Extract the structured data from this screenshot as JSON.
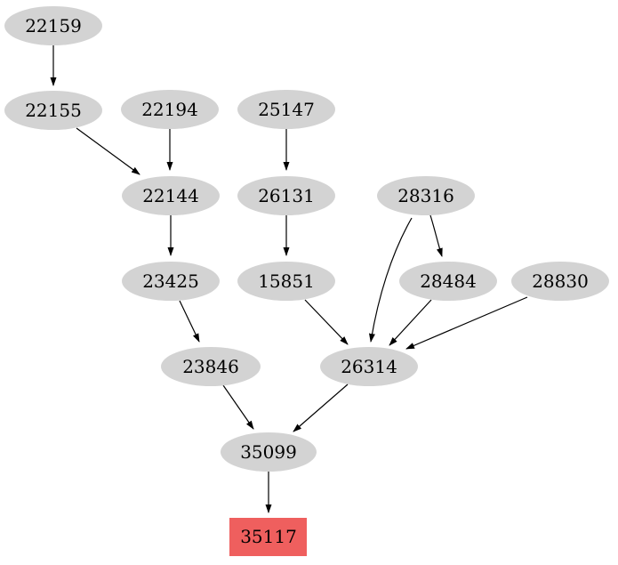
{
  "diagram": {
    "type": "dependency-graph",
    "background_color": "#ffffff",
    "node_fill_color": "#d3d3d3",
    "highlight_fill_color": "#ef5f5e",
    "edge_color": "#000000",
    "nodes": [
      {
        "id": "22159",
        "label": "22159",
        "shape": "ellipse"
      },
      {
        "id": "22155",
        "label": "22155",
        "shape": "ellipse"
      },
      {
        "id": "22194",
        "label": "22194",
        "shape": "ellipse"
      },
      {
        "id": "25147",
        "label": "25147",
        "shape": "ellipse"
      },
      {
        "id": "22144",
        "label": "22144",
        "shape": "ellipse"
      },
      {
        "id": "26131",
        "label": "26131",
        "shape": "ellipse"
      },
      {
        "id": "28316",
        "label": "28316",
        "shape": "ellipse"
      },
      {
        "id": "23425",
        "label": "23425",
        "shape": "ellipse"
      },
      {
        "id": "15851",
        "label": "15851",
        "shape": "ellipse"
      },
      {
        "id": "28484",
        "label": "28484",
        "shape": "ellipse"
      },
      {
        "id": "28830",
        "label": "28830",
        "shape": "ellipse"
      },
      {
        "id": "23846",
        "label": "23846",
        "shape": "ellipse"
      },
      {
        "id": "26314",
        "label": "26314",
        "shape": "ellipse"
      },
      {
        "id": "35099",
        "label": "35099",
        "shape": "ellipse"
      },
      {
        "id": "35117",
        "label": "35117",
        "shape": "box",
        "fill": "#ef5f5e"
      }
    ],
    "edges": [
      {
        "from": "22159",
        "to": "22155"
      },
      {
        "from": "22155",
        "to": "22144"
      },
      {
        "from": "22194",
        "to": "22144"
      },
      {
        "from": "25147",
        "to": "26131"
      },
      {
        "from": "22144",
        "to": "23425"
      },
      {
        "from": "26131",
        "to": "15851"
      },
      {
        "from": "23425",
        "to": "23846"
      },
      {
        "from": "15851",
        "to": "26314"
      },
      {
        "from": "28316",
        "to": "28484"
      },
      {
        "from": "28316",
        "to": "26314"
      },
      {
        "from": "28484",
        "to": "26314"
      },
      {
        "from": "28830",
        "to": "26314"
      },
      {
        "from": "23846",
        "to": "35099"
      },
      {
        "from": "26314",
        "to": "35099"
      },
      {
        "from": "35099",
        "to": "35117"
      }
    ]
  }
}
